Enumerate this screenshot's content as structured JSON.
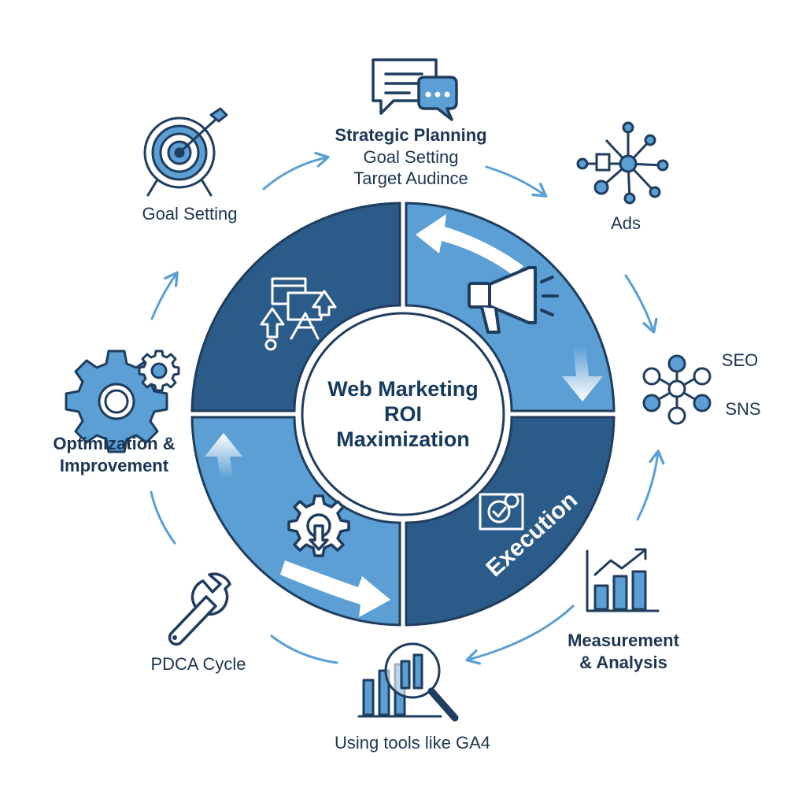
{
  "center": {
    "line1": "Web Marketing",
    "line2": "ROI",
    "line3": "Maximization"
  },
  "quadrants": {
    "execution_label": "Execution"
  },
  "nodes": {
    "strategic_planning": {
      "title": "Strategic Planning",
      "line2": "Goal Setting",
      "line3": "Target Audince",
      "icon": "chat-bubbles-icon"
    },
    "ads": {
      "label": "Ads",
      "icon": "network-hub-icon"
    },
    "seo_sns": {
      "seo": "SEO",
      "sns": "SNS",
      "icon": "social-network-icon"
    },
    "measurement": {
      "line1": "Measurement",
      "line2": "& Analysis",
      "icon": "bar-chart-trend-icon"
    },
    "tools": {
      "label": "Using tools like GA4",
      "icon": "magnifier-chart-icon"
    },
    "pdca": {
      "label": "PDCA Cycle",
      "icon": "wrench-icon"
    },
    "optimization": {
      "line1": "Optimization &",
      "line2": "Improvement",
      "icon": "gears-icon"
    },
    "goal_setting": {
      "label": "Goal Setting",
      "icon": "target-icon"
    }
  },
  "colors": {
    "dark_blue": "#2b5b88",
    "light_blue": "#5b9fd4",
    "outline": "#1f3d5e",
    "arrow": "#5b9fd4",
    "text": "#1d3553"
  }
}
